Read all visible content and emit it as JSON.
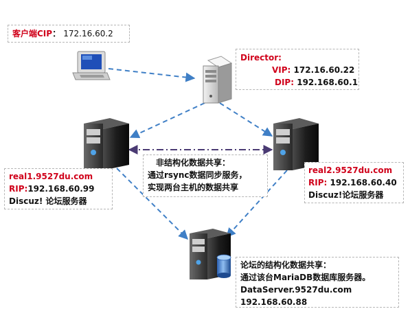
{
  "client": {
    "label": "客户端CIP",
    "sep": "：",
    "ip": "172.16.60.2"
  },
  "director": {
    "name": "Director:",
    "vip_label": "VIP:",
    "vip": "172.16.60.22",
    "dip_label": "DIP:",
    "dip": "192.168.60.1"
  },
  "real1": {
    "host": "real1.9527du.com",
    "rip_label": "RIP:",
    "rip": "192.168.60.99",
    "service": "Discuz! 论坛服务器"
  },
  "real2": {
    "host": "real2.9527du.com",
    "rip_label": "RIP:",
    "rip": "192.168.60.40",
    "service": "Discuz!论坛服务器"
  },
  "sync": {
    "line1": "非结构化数据共享：",
    "line2": "通过rsync数据同步服务，",
    "line3": "实现两台主机的数据共享"
  },
  "db": {
    "line1": "论坛的结构化数据共享：",
    "line2": "通过该台MariaDB数据库服务器。",
    "host": "DataServer.9527du.com",
    "ip": "192.168.60.88"
  },
  "colors": {
    "arrow_blue": "#3f7fc6",
    "arrow_purple": "#4a3a73",
    "label_red": "#d0021b",
    "box_border": "#b5b5b5"
  }
}
